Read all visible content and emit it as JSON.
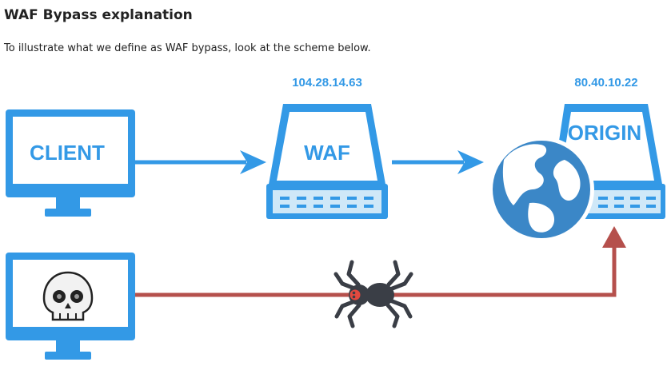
{
  "section": {
    "title": "WAF Bypass explanation",
    "intro": "To illustrate what we define as WAF bypass, look at the scheme below."
  },
  "scheme": {
    "client_label": "CLIENT",
    "waf_label": "WAF",
    "waf_ip": "104.28.14.63",
    "origin_label": "ORIGIN",
    "origin_ip": "80.40.10.22",
    "icons": [
      "monitor-icon",
      "server-icon",
      "globe-icon",
      "skull-icon",
      "spider-icon"
    ],
    "colors": {
      "accent_blue": "#3399e6",
      "screen_fill": "#ffffff",
      "vent_panel": "#cfe8f8",
      "globe_blue": "#3b87c7",
      "bypass_red": "#b5504c",
      "spider_gray": "#3a3e46",
      "spider_accent": "#e2493f"
    }
  }
}
